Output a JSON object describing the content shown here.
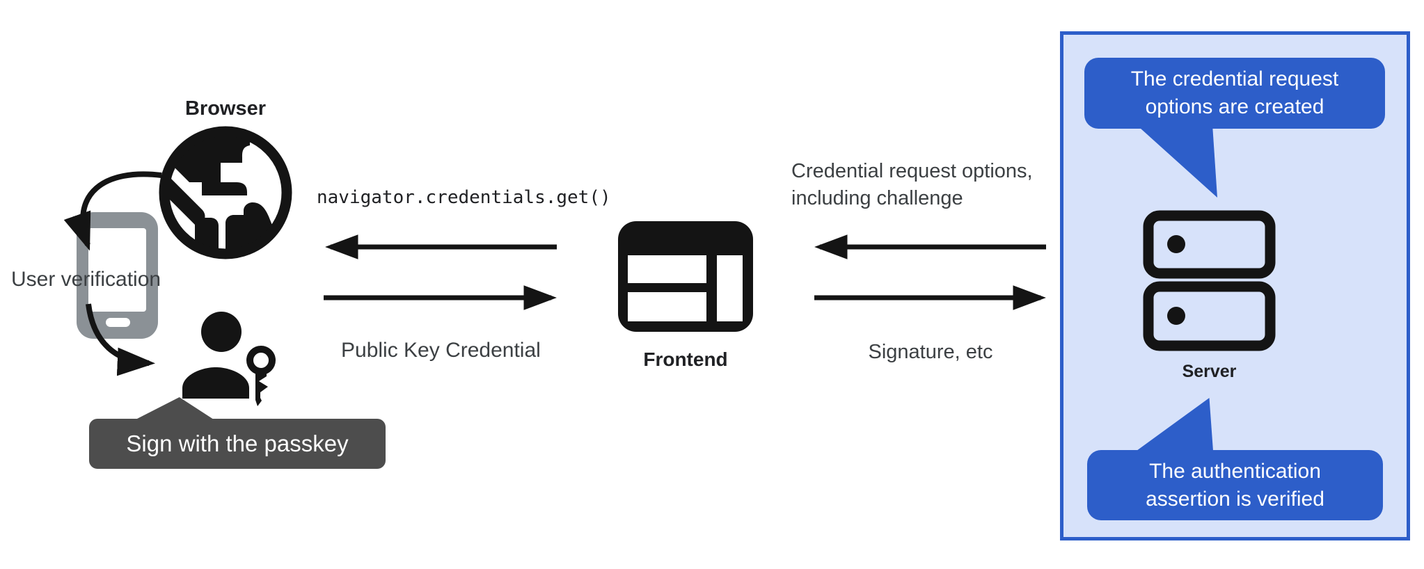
{
  "colors": {
    "accent_blue": "#2d5ec9",
    "panel_background": "#d7e2fa",
    "note_text": "#ffffff",
    "tooltip_background": "#4d4d4d",
    "tooltip_text": "#ffffff",
    "phone_gray": "#8b9196",
    "icon_black": "#141414",
    "label_dark": "#202124",
    "label_gray": "#3c4043"
  },
  "browser": {
    "label": "Browser",
    "user_verification_label": "User verification",
    "passkey_tooltip": "Sign with the passkey"
  },
  "frontend": {
    "label": "Frontend"
  },
  "server": {
    "label": "Server",
    "top_note": {
      "line1": "The credential request",
      "line2": "options are created"
    },
    "bottom_note": {
      "line1": "The authentication",
      "line2": "assertion is verified"
    }
  },
  "messages": {
    "frontend_to_browser_call": "navigator.credentials.get()",
    "browser_to_frontend": "Public Key Credential",
    "server_to_frontend": {
      "line1": "Credential request options,",
      "line2": "including challenge"
    },
    "frontend_to_server": "Signature, etc"
  },
  "icons": {
    "globe": "globe-icon",
    "smartphone": "smartphone-icon",
    "person_with_key": "person-passkey-icon",
    "web_window": "web-window-icon",
    "server_rack": "server-rack-icon",
    "arrows": [
      "arrow-left-top",
      "arrow-right-bottom",
      "curved-arrow-globe-to-phone",
      "curved-arrow-phone-to-person"
    ]
  }
}
